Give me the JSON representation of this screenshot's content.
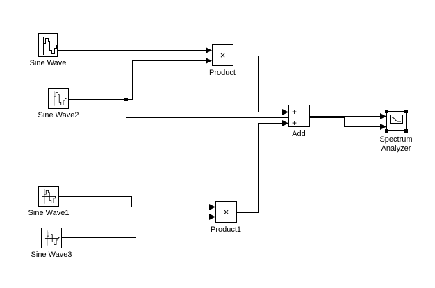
{
  "app": {
    "kind": "simulink-block-diagram",
    "colors": {
      "background": "#ffffff",
      "block_fill": "#ffffff",
      "block_border": "#000000",
      "wire": "#000000",
      "text": "#000000",
      "selection_handle": "#000000"
    }
  },
  "blocks": {
    "sine_wave": {
      "label": "Sine Wave",
      "icon": "stair-step-sine-icon"
    },
    "sine_wave2": {
      "label": "Sine Wave2",
      "icon": "stair-step-sine-icon"
    },
    "sine_wave1": {
      "label": "Sine Wave1",
      "icon": "stair-step-sine-icon"
    },
    "sine_wave3": {
      "label": "Sine Wave3",
      "icon": "stair-step-sine-icon"
    },
    "product": {
      "label": "Product",
      "symbol": "×"
    },
    "product1": {
      "label": "Product1",
      "symbol": "×"
    },
    "add": {
      "label": "Add",
      "input1_symbol": "+",
      "input2_symbol": "+"
    },
    "spectrum_analyzer": {
      "label_line1": "Spectrum",
      "label_line2": "Analyzer",
      "icon": "scope-response-curve-icon",
      "selected": true
    }
  },
  "connections": [
    {
      "from": "Sine Wave",
      "to": "Product in1"
    },
    {
      "from": "Sine Wave2",
      "to": "Product in2"
    },
    {
      "from": "Sine Wave2",
      "to": "Spectrum Analyzer in2",
      "via": "branch"
    },
    {
      "from": "Sine Wave1",
      "to": "Product1 in1"
    },
    {
      "from": "Sine Wave3",
      "to": "Product1 in2"
    },
    {
      "from": "Product",
      "to": "Add in1"
    },
    {
      "from": "Product1",
      "to": "Add in2"
    },
    {
      "from": "Add",
      "to": "Spectrum Analyzer in1"
    }
  ]
}
